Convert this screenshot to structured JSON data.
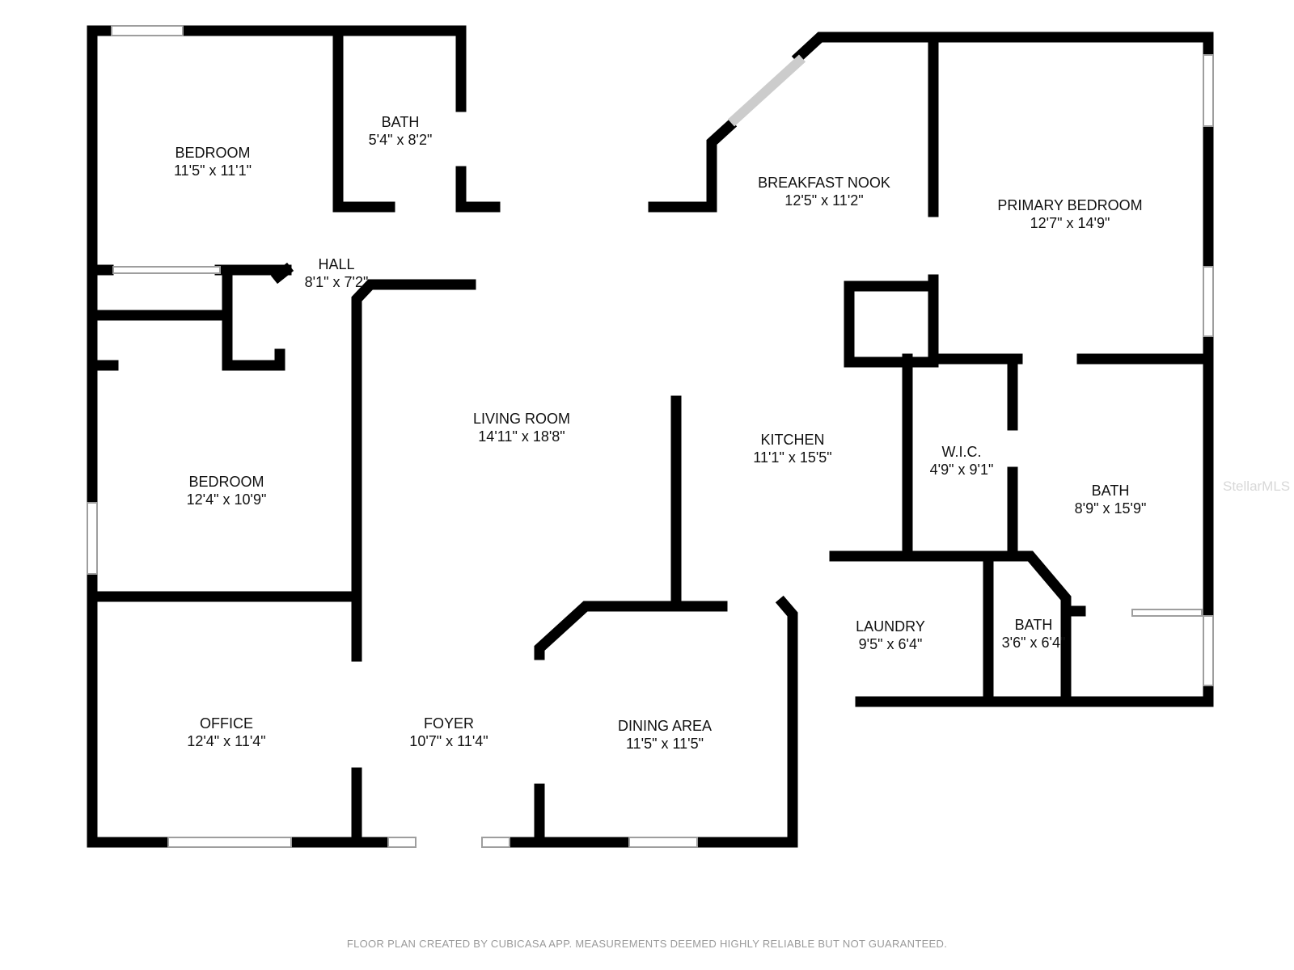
{
  "rooms": [
    {
      "key": "bedroom1",
      "name": "BEDROOM",
      "dims": "11'5\" x 11'1\""
    },
    {
      "key": "bath1",
      "name": "BATH",
      "dims": "5'4\" x 8'2\""
    },
    {
      "key": "hall",
      "name": "HALL",
      "dims": "8'1\" x 7'2\""
    },
    {
      "key": "bedroom2",
      "name": "BEDROOM",
      "dims": "12'4\" x 10'9\""
    },
    {
      "key": "office",
      "name": "OFFICE",
      "dims": "12'4\" x 11'4\""
    },
    {
      "key": "living",
      "name": "LIVING ROOM",
      "dims": "14'11\" x 18'8\""
    },
    {
      "key": "foyer",
      "name": "FOYER",
      "dims": "10'7\" x 11'4\""
    },
    {
      "key": "dining",
      "name": "DINING AREA",
      "dims": "11'5\" x 11'5\""
    },
    {
      "key": "nook",
      "name": "BREAKFAST NOOK",
      "dims": "12'5\" x 11'2\""
    },
    {
      "key": "kitchen",
      "name": "KITCHEN",
      "dims": "11'1\" x 15'5\""
    },
    {
      "key": "primary",
      "name": "PRIMARY BEDROOM",
      "dims": "12'7\" x 14'9\""
    },
    {
      "key": "wic",
      "name": "W.I.C.",
      "dims": "4'9\" x 9'1\""
    },
    {
      "key": "bath2",
      "name": "BATH",
      "dims": "8'9\" x 15'9\""
    },
    {
      "key": "laundry",
      "name": "LAUNDRY",
      "dims": "9'5\" x 6'4\""
    },
    {
      "key": "bath3",
      "name": "BATH",
      "dims": "3'6\" x 6'4\""
    }
  ],
  "footer": "FLOOR PLAN CREATED BY CUBICASA APP. MEASUREMENTS DEEMED HIGHLY RELIABLE BUT NOT GUARANTEED.",
  "watermark": "StellarMLS",
  "colors": {
    "wall": "#000000",
    "window": "#bdbdbd",
    "text": "#111111"
  }
}
